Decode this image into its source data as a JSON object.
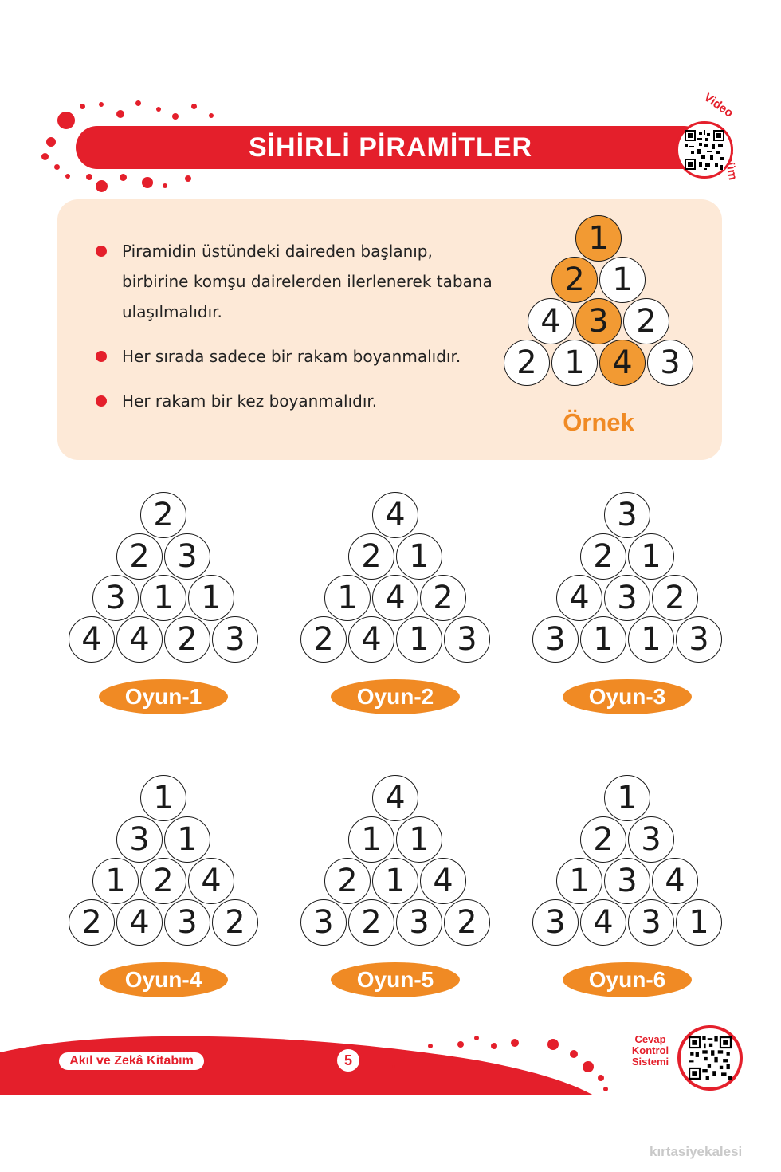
{
  "header": {
    "title": "SİHİRLİ PİRAMİTLER",
    "video_label": "Video",
    "cozum_label": "Çözüm"
  },
  "rules": [
    "Piramidin üstündeki daireden başlanıp,",
    "birbirine komşu dairelerden ilerlenerek tabana",
    "ulaşılmalıdır.",
    "Her sırada sadece bir rakam boyanmalıdır.",
    "Her rakam bir kez boyanmalıdır."
  ],
  "example": {
    "label": "Örnek",
    "rows": [
      [
        "1"
      ],
      [
        "2",
        "1"
      ],
      [
        "4",
        "3",
        "2"
      ],
      [
        "2",
        "1",
        "4",
        "3"
      ]
    ],
    "highlighted": [
      [
        0,
        0
      ],
      [
        1,
        0
      ],
      [
        2,
        1
      ],
      [
        3,
        2
      ]
    ]
  },
  "games": [
    {
      "label": "Oyun-1",
      "rows": [
        [
          "2"
        ],
        [
          "2",
          "3"
        ],
        [
          "3",
          "1",
          "1"
        ],
        [
          "4",
          "4",
          "2",
          "3"
        ]
      ]
    },
    {
      "label": "Oyun-2",
      "rows": [
        [
          "4"
        ],
        [
          "2",
          "1"
        ],
        [
          "1",
          "4",
          "2"
        ],
        [
          "2",
          "4",
          "1",
          "3"
        ]
      ]
    },
    {
      "label": "Oyun-3",
      "rows": [
        [
          "3"
        ],
        [
          "2",
          "1"
        ],
        [
          "4",
          "3",
          "2"
        ],
        [
          "3",
          "1",
          "1",
          "3"
        ]
      ]
    },
    {
      "label": "Oyun-4",
      "rows": [
        [
          "1"
        ],
        [
          "3",
          "1"
        ],
        [
          "1",
          "2",
          "4"
        ],
        [
          "2",
          "4",
          "3",
          "2"
        ]
      ]
    },
    {
      "label": "Oyun-5",
      "rows": [
        [
          "4"
        ],
        [
          "1",
          "1"
        ],
        [
          "2",
          "1",
          "4"
        ],
        [
          "3",
          "2",
          "3",
          "2"
        ]
      ]
    },
    {
      "label": "Oyun-6",
      "rows": [
        [
          "1"
        ],
        [
          "2",
          "3"
        ],
        [
          "1",
          "3",
          "4"
        ],
        [
          "3",
          "4",
          "3",
          "1"
        ]
      ]
    }
  ],
  "footer": {
    "book_title": "Akıl ve Zekâ Kitabım",
    "page_number": "5",
    "answer_system": [
      "Cevap",
      "Kontrol",
      "Sistemi"
    ],
    "watermark": "kırtasiyekalesi"
  },
  "colors": {
    "brand_red": "#e41f2b",
    "accent_orange": "#f08a24",
    "panel_bg": "#fde9d7"
  }
}
